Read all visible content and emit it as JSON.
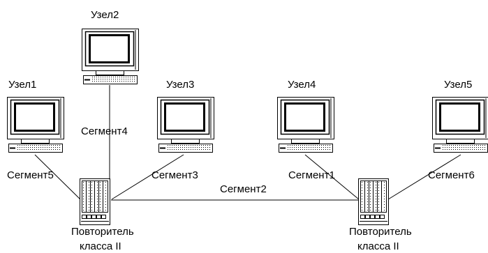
{
  "nodes": {
    "node1": "Узел1",
    "node2": "Узел2",
    "node3": "Узел3",
    "node4": "Узел4",
    "node5": "Узел5"
  },
  "segments": {
    "seg1": "Сегмент1",
    "seg2": "Сегмент2",
    "seg3": "Сегмент3",
    "seg4": "Сегмент4",
    "seg5": "Сегмент5",
    "seg6": "Сегмент6"
  },
  "repeaters": {
    "left": {
      "line1": "Повторитель",
      "line2": "класса II"
    },
    "right": {
      "line1": "Повторитель",
      "line2": "класса II"
    }
  },
  "icons": {
    "computer": "computer-icon",
    "repeater": "repeater-hub-icon"
  }
}
